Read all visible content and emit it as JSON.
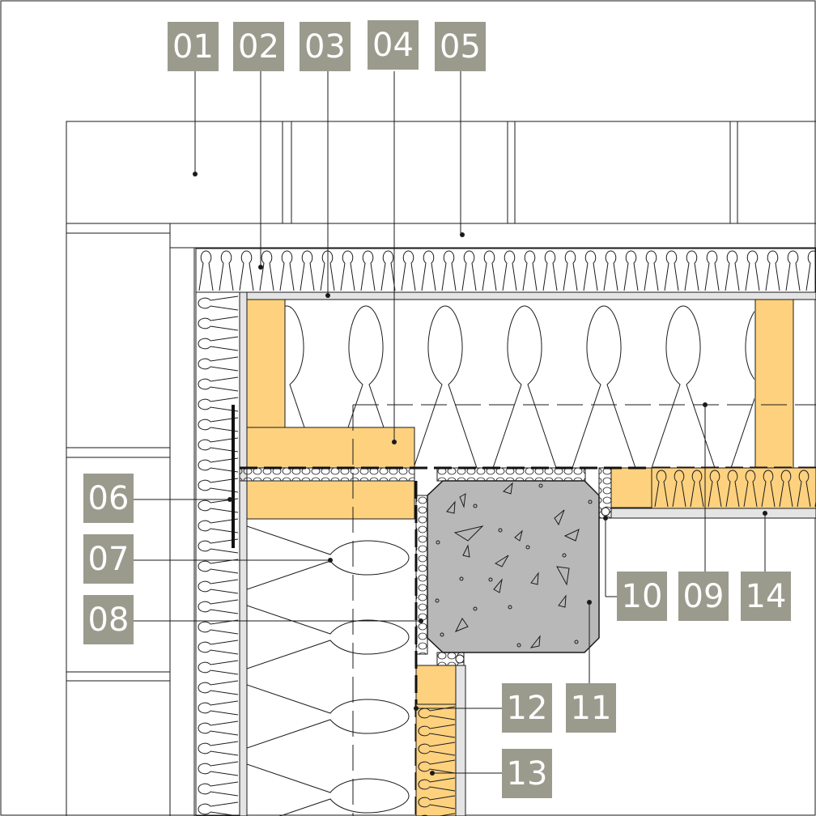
{
  "labels": [
    {
      "id": "l01",
      "text": "01"
    },
    {
      "id": "l02",
      "text": "02"
    },
    {
      "id": "l03",
      "text": "03"
    },
    {
      "id": "l04",
      "text": "04"
    },
    {
      "id": "l05",
      "text": "05"
    },
    {
      "id": "l06",
      "text": "06"
    },
    {
      "id": "l07",
      "text": "07"
    },
    {
      "id": "l08",
      "text": "08"
    },
    {
      "id": "l09",
      "text": "09"
    },
    {
      "id": "l10",
      "text": "10"
    },
    {
      "id": "l11",
      "text": "11"
    },
    {
      "id": "l12",
      "text": "12"
    },
    {
      "id": "l13",
      "text": "13"
    },
    {
      "id": "l14",
      "text": "14"
    }
  ],
  "colors": {
    "tag_fill": "#9a9b8d",
    "timber": "#fdd17e",
    "concrete": "#b8b8b8",
    "line": "#1a1a1a"
  }
}
